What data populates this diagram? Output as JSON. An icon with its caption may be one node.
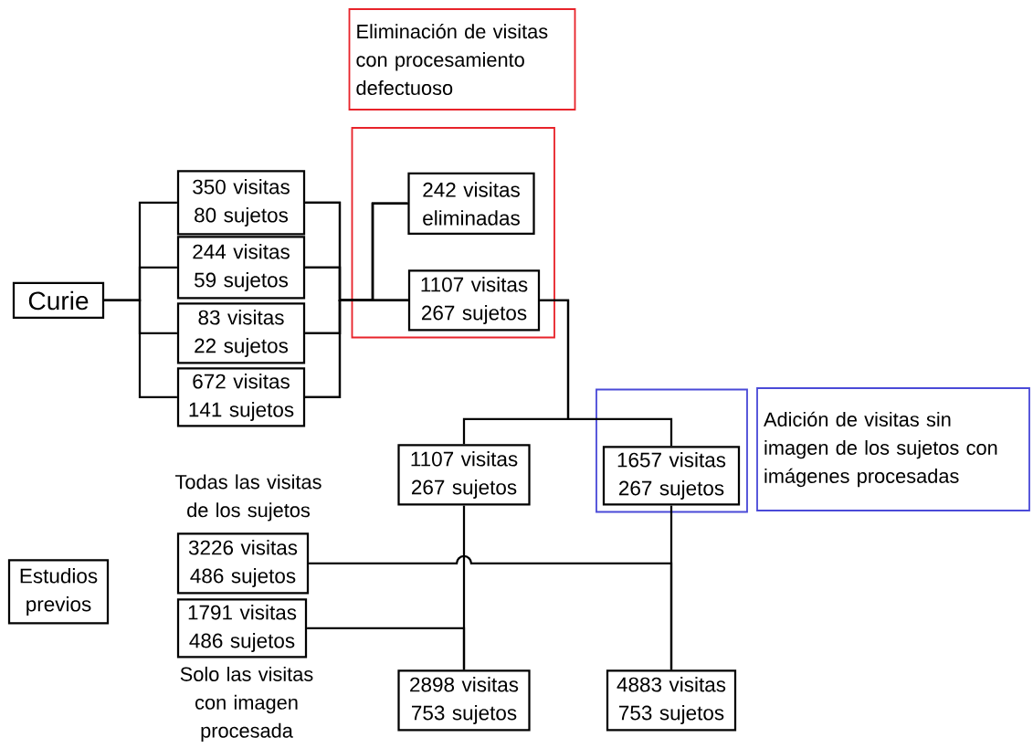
{
  "diagram": {
    "nodes": [
      {
        "text": [
          "Eliminación de visitas con procesamiento defectuoso"
        ]
      },
      {
        "text": [
          "Curie"
        ]
      },
      {
        "text": [
          "350 visitas",
          "80 sujetos"
        ]
      },
      {
        "text": [
          "244 visitas",
          "59 sujetos"
        ]
      },
      {
        "text": [
          "83 visitas",
          "22 sujetos"
        ]
      },
      {
        "text": [
          "672 visitas",
          "141 sujetos"
        ]
      },
      {
        "text": [],
        "shape": "box"
      },
      {
        "text": [
          "242 visitas",
          "eliminadas"
        ],
        "in": 6
      },
      {
        "text": [
          "1107 visitas",
          "267 sujetos"
        ],
        "in": 6
      },
      {
        "text": [
          "1107 visitas",
          "267 sujetos"
        ]
      },
      {
        "text": [],
        "shape": "box"
      },
      {
        "text": [
          "1657 visitas",
          "267 sujetos"
        ],
        "in": 10
      },
      {
        "text": [
          "Adición de visitas sin imagen de los sujetos con imágenes procesadas"
        ]
      },
      {
        "text": [
          "Estudios previos"
        ]
      },
      {
        "text": [
          "3226 visitas",
          "486 sujetos"
        ],
        "beside": [
          "Todas las visitas de los sujetos"
        ]
      },
      {
        "text": [
          "1791 visitas",
          "486 sujetos"
        ],
        "beside": [
          "Solo las visitas con imagen procesada"
        ]
      },
      {
        "text": [
          "2898 visitas",
          "753 sujetos"
        ]
      },
      {
        "text": [
          "4883 visitas",
          "753 sujetos"
        ]
      }
    ],
    "edges": [
      {
        "from": 1,
        "to": 2,
        "arrow": "none"
      },
      {
        "from": 1,
        "to": 3,
        "arrow": "none"
      },
      {
        "from": 1,
        "to": 4,
        "arrow": "none"
      },
      {
        "from": 1,
        "to": 5,
        "arrow": "none"
      },
      {
        "from": 2,
        "to": 7,
        "arrow": "none"
      },
      {
        "from": 3,
        "to": 7,
        "arrow": "none"
      },
      {
        "from": 4,
        "to": 7,
        "arrow": "none"
      },
      {
        "from": 5,
        "to": 7,
        "arrow": "none"
      },
      {
        "from": 2,
        "to": 8,
        "arrow": "none"
      },
      {
        "from": 3,
        "to": 8,
        "arrow": "none"
      },
      {
        "from": 4,
        "to": 8,
        "arrow": "none"
      },
      {
        "from": 5,
        "to": 8,
        "arrow": "none"
      },
      {
        "from": 8,
        "to": 9,
        "arrow": "none"
      },
      {
        "from": 8,
        "to": 11,
        "arrow": "none"
      },
      {
        "from": 9,
        "to": 16,
        "arrow": "none"
      },
      {
        "from": 15,
        "to": 16,
        "arrow": "none"
      },
      {
        "from": 11,
        "to": 17,
        "arrow": "none"
      },
      {
        "from": 14,
        "to": 17,
        "arrow": "none"
      }
    ]
  }
}
